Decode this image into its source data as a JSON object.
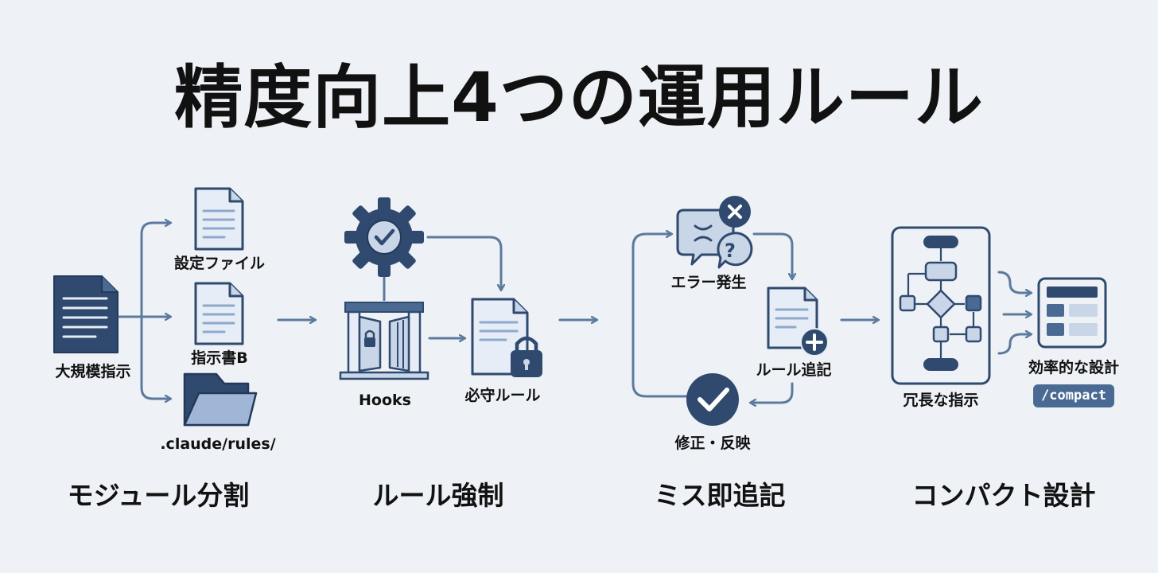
{
  "title": "精度向上4つの運用ルール",
  "colors": {
    "navy": "#2f4a6e",
    "mid": "#4a6a94",
    "light": "#c9d6e8",
    "pale": "#e6edf6",
    "line": "#5c7a9e",
    "bg": "#eef1f5"
  },
  "sections": [
    {
      "heading": "モジュール分割",
      "items": {
        "source": "大規模指示",
        "file_a": "設定ファイル",
        "file_b": "指示書B",
        "folder": ".claude/rules/"
      }
    },
    {
      "heading": "ルール強制",
      "items": {
        "hooks": "Hooks",
        "rule": "必守ルール"
      }
    },
    {
      "heading": "ミス即追記",
      "items": {
        "error": "エラー発生",
        "append": "ルール追記",
        "fix": "修正・反映"
      }
    },
    {
      "heading": "コンパクト設計",
      "items": {
        "redundant": "冗長な指示",
        "efficient": "効率的な設計",
        "command": "/compact"
      }
    }
  ]
}
